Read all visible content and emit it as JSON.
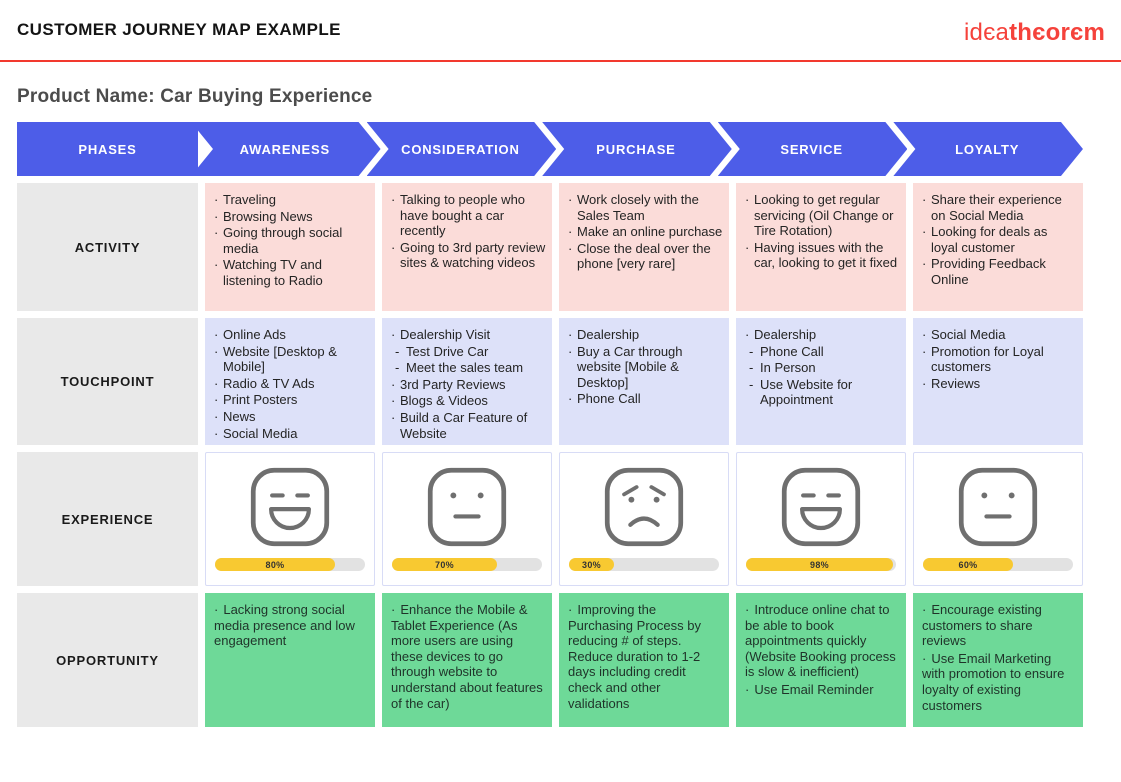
{
  "header": {
    "title": "CUSTOMER JOURNEY MAP EXAMPLE",
    "logo_light": "idєa",
    "logo_bold": "thєorєm"
  },
  "product_title": "Product Name: Car Buying Experience",
  "colors": {
    "accent_blue": "#4D5DE8",
    "activity_pink": "#FBDCD9",
    "touchpoint_lavender": "#DDE1F9",
    "opportunity_green": "#6ED998",
    "label_gray": "#E9E9E9",
    "brand_red": "#F2392E",
    "progress_yellow": "#F8C931",
    "progress_track": "#E2E2E2"
  },
  "table": {
    "phases_label": "PHASES",
    "phases": [
      {
        "label": "AWARENESS"
      },
      {
        "label": "CONSIDERATION"
      },
      {
        "label": "PURCHASE"
      },
      {
        "label": "SERVICE"
      },
      {
        "label": "LOYALTY"
      }
    ],
    "activity": {
      "label": "ACTIVITY",
      "cells": [
        [
          {
            "m": "·",
            "t": "Traveling"
          },
          {
            "m": "·",
            "t": "Browsing News"
          },
          {
            "m": "·",
            "t": "Going through social media"
          },
          {
            "m": "·",
            "t": "Watching TV and listening to Radio"
          }
        ],
        [
          {
            "m": "·",
            "t": "Talking to people who have bought a car recently"
          },
          {
            "m": "·",
            "t": "Going to 3rd party review sites & watching videos"
          }
        ],
        [
          {
            "m": "·",
            "t": "Work closely with the Sales Team"
          },
          {
            "m": "·",
            "t": "Make an online purchase"
          },
          {
            "m": "·",
            "t": "Close the deal over the phone [very rare]"
          }
        ],
        [
          {
            "m": "·",
            "t": "Looking to get regular servicing (Oil Change or Tire Rotation)"
          },
          {
            "m": "·",
            "t": "Having issues with the car, looking to get it fixed"
          }
        ],
        [
          {
            "m": "·",
            "t": "Share their experience on Social Media"
          },
          {
            "m": "·",
            "t": "Looking for deals as loyal customer"
          },
          {
            "m": "·",
            "t": "Providing Feedback Online"
          }
        ]
      ]
    },
    "touchpoint": {
      "label": "TOUCHPOINT",
      "cells": [
        [
          {
            "m": "·",
            "t": "Online Ads"
          },
          {
            "m": "·",
            "t": "Website [Desktop & Mobile]"
          },
          {
            "m": "·",
            "t": "Radio & TV Ads"
          },
          {
            "m": "·",
            "t": "Print Posters"
          },
          {
            "m": "·",
            "t": "News"
          },
          {
            "m": "·",
            "t": "Social Media"
          }
        ],
        [
          {
            "m": "·",
            "t": "Dealership Visit"
          },
          {
            "m": "-",
            "t": "Test Drive Car",
            "cls": "sub"
          },
          {
            "m": "-",
            "t": "Meet the sales team",
            "cls": "sub"
          },
          {
            "m": "·",
            "t": "3rd Party Reviews"
          },
          {
            "m": "·",
            "t": "Blogs & Videos"
          },
          {
            "m": "·",
            "t": "Build a Car Feature of Website"
          }
        ],
        [
          {
            "m": "·",
            "t": "Dealership"
          },
          {
            "m": "·",
            "t": "Buy a Car through website [Mobile & Desktop]"
          },
          {
            "m": "·",
            "t": "Phone Call"
          }
        ],
        [
          {
            "m": "·",
            "t": "Dealership"
          },
          {
            "m": "-",
            "t": "Phone Call",
            "cls": "sub"
          },
          {
            "m": "-",
            "t": "In Person",
            "cls": "sub"
          },
          {
            "m": "-",
            "t": "Use Website for Appointment",
            "cls": "sub"
          }
        ],
        [
          {
            "m": "·",
            "t": "Social Media"
          },
          {
            "m": "·",
            "t": "Promotion for Loyal customers"
          },
          {
            "m": "·",
            "t": "Reviews"
          }
        ]
      ]
    },
    "experience": {
      "label": "EXPERIENCE",
      "cells": [
        {
          "face": "happy",
          "percent": 80,
          "percent_label": "80%"
        },
        {
          "face": "neutral",
          "percent": 70,
          "percent_label": "70%"
        },
        {
          "face": "angry",
          "percent": 30,
          "percent_label": "30%"
        },
        {
          "face": "happy",
          "percent": 98,
          "percent_label": "98%"
        },
        {
          "face": "neutral",
          "percent": 60,
          "percent_label": "60%"
        }
      ]
    },
    "opportunity": {
      "label": "OPPORTUNITY",
      "cells": [
        [
          {
            "m": "·",
            "t": "Lacking strong social media presence and low engagement"
          }
        ],
        [
          {
            "m": "·",
            "t": "Enhance the Mobile & Tablet Experience (As more users are using these devices to go through website to understand about features of the car)"
          }
        ],
        [
          {
            "m": "·",
            "t": "Improving the Purchasing Process by reducing # of steps. Reduce duration to 1-2 days including credit check and other validations"
          }
        ],
        [
          {
            "m": "·",
            "t": "Introduce online chat to be able to book appointments quickly (Website Booking process is slow & inefficient)"
          },
          {
            "m": "·",
            "t": "Use Email Reminder"
          }
        ],
        [
          {
            "m": "·",
            "t": "Encourage existing customers to share reviews"
          },
          {
            "m": "·",
            "t": "Use Email Marketing with promotion to ensure loyalty of existing customers"
          }
        ]
      ]
    }
  }
}
